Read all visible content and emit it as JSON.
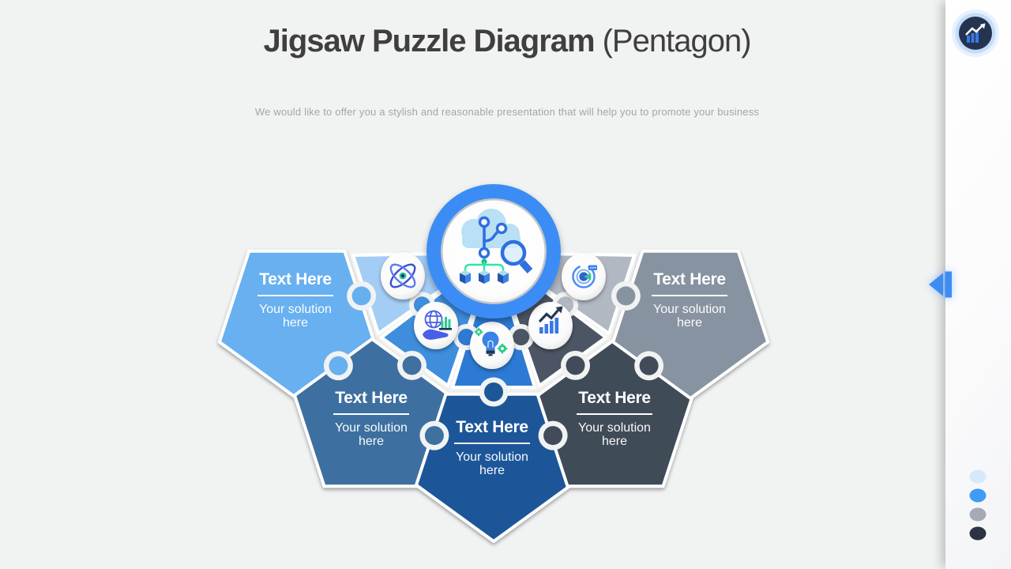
{
  "slide": {
    "title_bold": "Jigsaw Puzzle Diagram",
    "title_light": "(Pentagon)",
    "subtitle": "We would like to offer you a stylish and reasonable presentation that will help you to promote your business"
  },
  "diagram": {
    "center_icon": "cloud-network-search-icon",
    "pieces": [
      {
        "id": "left",
        "title": "Text Here",
        "body": "Your solution here",
        "color": "#67b0f0",
        "wedge_color": "#a4cdf5",
        "icon": "atom-icon"
      },
      {
        "id": "bottom-left",
        "title": "Text Here",
        "body": "Your solution here",
        "color": "#3e70a0",
        "wedge_color": "#3e8edd",
        "icon": "globe-hand-chart-icon"
      },
      {
        "id": "bottom",
        "title": "Text Here",
        "body": "Your solution here",
        "color": "#1d5798",
        "wedge_color": "#2d7ad4",
        "icon": "lightbulb-gears-icon"
      },
      {
        "id": "bottom-right",
        "title": "Text Here",
        "body": "Your solution here",
        "color": "#414b59",
        "wedge_color": "#4c5564",
        "icon": "growth-chart-icon"
      },
      {
        "id": "right",
        "title": "Text Here",
        "body": "Your solution here",
        "color": "#8793a0",
        "wedge_color": "#b2b8c2",
        "icon": "target-timer-icon"
      }
    ]
  },
  "sidebar": {
    "logo_icon": "bar-chart-arrow-badge-icon",
    "nav_arrow_icon": "previous-slide-arrow-icon",
    "dots": [
      "#d6e9fc",
      "#3f9bf6",
      "#a5abb5",
      "#2b3445"
    ]
  },
  "colors": {
    "accent": "#3b8df5",
    "navy": "#24334f",
    "icon_blue": "#3779e3",
    "title_text": "#3f3f3f",
    "subtitle_text": "#a5a5a5",
    "background": "#f1f2f2"
  }
}
